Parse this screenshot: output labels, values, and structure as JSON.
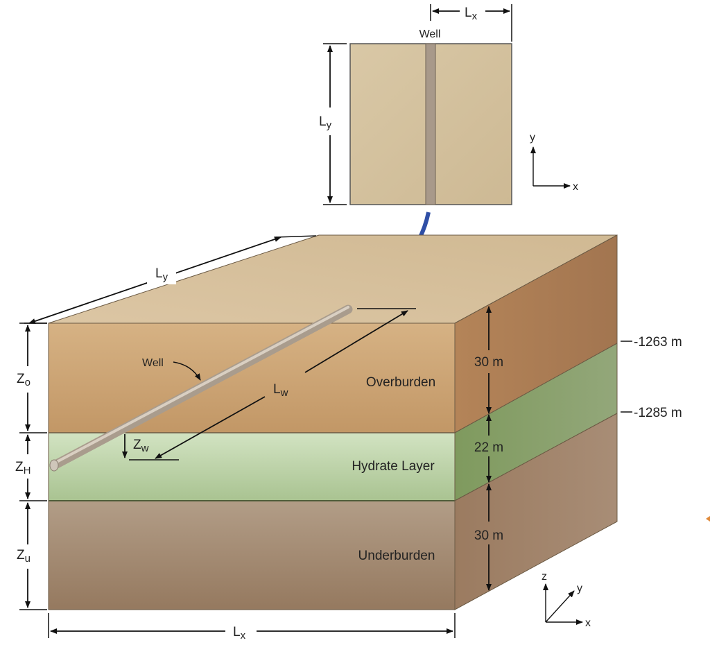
{
  "plan_view": {
    "well_label": "Well",
    "lx_label": "L",
    "lx_sub": "x",
    "ly_label": "L",
    "ly_sub": "y",
    "axis_y": "y",
    "axis_x": "x"
  },
  "block": {
    "ly_label": "L",
    "ly_sub": "y",
    "lx_label": "L",
    "lx_sub": "x",
    "lw_label": "L",
    "lw_sub": "w",
    "zw_label": "Z",
    "zw_sub": "w",
    "well_label": "Well",
    "zo_label": "Z",
    "zo_sub": "o",
    "zh_label": "Z",
    "zh_sub": "H",
    "zu_label": "Z",
    "zu_sub": "u",
    "layers": {
      "overburden": "Overburden",
      "hydrate": "Hydrate Layer",
      "underburden": "Underburden"
    },
    "thickness": {
      "overburden": "30 m",
      "hydrate": "22 m",
      "underburden": "30 m"
    },
    "depths": {
      "top_hydrate": "-1263 m",
      "bottom_hydrate": "-1285 m"
    },
    "axes": {
      "z": "z",
      "y": "y",
      "x": "x"
    }
  },
  "colors": {
    "overburden": "#c9a072",
    "hydrate": "#bcd3a8",
    "underburden": "#a48c76",
    "top_face": "#d8c19e",
    "arrow": "#2f4fa6"
  }
}
